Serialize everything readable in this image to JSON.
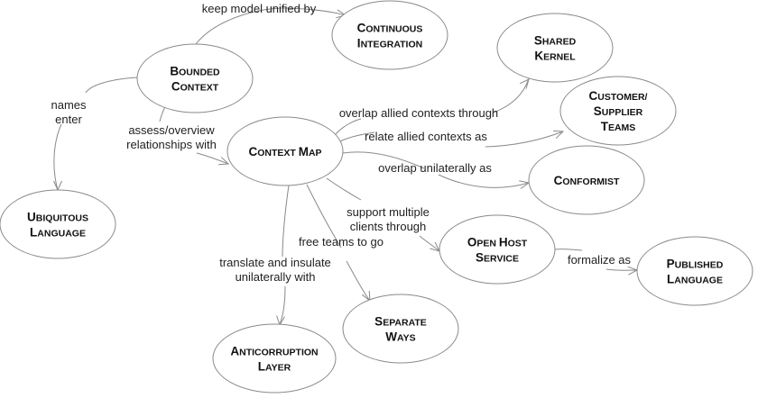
{
  "diagram": {
    "title": "Domain-Driven Design Strategic Patterns Map",
    "nodes": [
      {
        "id": "bounded-context",
        "lines": [
          "Bounded",
          "Context"
        ]
      },
      {
        "id": "continuous-integration",
        "lines": [
          "Continuous",
          "Integration"
        ]
      },
      {
        "id": "ubiquitous-language",
        "lines": [
          "Ubiquitous",
          "Language"
        ]
      },
      {
        "id": "context-map",
        "lines": [
          "Context Map"
        ]
      },
      {
        "id": "shared-kernel",
        "lines": [
          "Shared",
          "Kernel"
        ]
      },
      {
        "id": "customer-supplier-teams",
        "lines": [
          "Customer/",
          "Supplier",
          "Teams"
        ]
      },
      {
        "id": "conformist",
        "lines": [
          "Conformist"
        ]
      },
      {
        "id": "open-host-service",
        "lines": [
          "Open Host",
          "Service"
        ]
      },
      {
        "id": "published-language",
        "lines": [
          "Published",
          "Language"
        ]
      },
      {
        "id": "separate-ways",
        "lines": [
          "Separate",
          "Ways"
        ]
      },
      {
        "id": "anticorruption-layer",
        "lines": [
          "Anticorruption",
          "Layer"
        ]
      }
    ],
    "edges": [
      {
        "from": "bounded-context",
        "to": "continuous-integration",
        "label": [
          "keep model unified by"
        ]
      },
      {
        "from": "bounded-context",
        "to": "ubiquitous-language",
        "label": [
          "names",
          "enter"
        ]
      },
      {
        "from": "bounded-context",
        "to": "context-map",
        "label": [
          "assess/overview",
          "relationships with"
        ]
      },
      {
        "from": "context-map",
        "to": "shared-kernel",
        "label": [
          "overlap allied contexts through"
        ]
      },
      {
        "from": "context-map",
        "to": "customer-supplier-teams",
        "label": [
          "relate allied contexts as"
        ]
      },
      {
        "from": "context-map",
        "to": "conformist",
        "label": [
          "overlap unilaterally as"
        ]
      },
      {
        "from": "context-map",
        "to": "open-host-service",
        "label": [
          "support multiple",
          "clients through"
        ]
      },
      {
        "from": "context-map",
        "to": "separate-ways",
        "label": [
          "free teams to go"
        ]
      },
      {
        "from": "context-map",
        "to": "anticorruption-layer",
        "label": [
          "translate and insulate",
          "unilaterally with"
        ]
      },
      {
        "from": "open-host-service",
        "to": "published-language",
        "label": [
          "formalize as"
        ]
      }
    ]
  }
}
